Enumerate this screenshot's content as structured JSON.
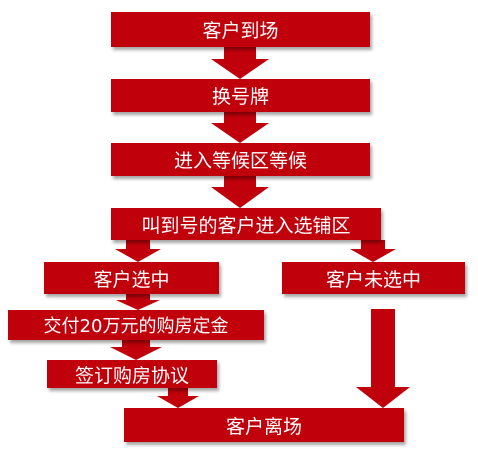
{
  "steps": {
    "arrival": "客户到场",
    "number_change": "换号牌",
    "waiting_area": "进入等候区等候",
    "called_in": "叫到号的客户进入选铺区",
    "selected": "客户选中",
    "deposit": "交付20万元的购房定金",
    "sign_agreement": "签订购房协议",
    "not_selected": "客户未选中",
    "departure": "客户离场"
  },
  "colors": {
    "box_fill": "#c0000b",
    "arrow_fill": "#c0000b",
    "text": "#ffffff"
  }
}
